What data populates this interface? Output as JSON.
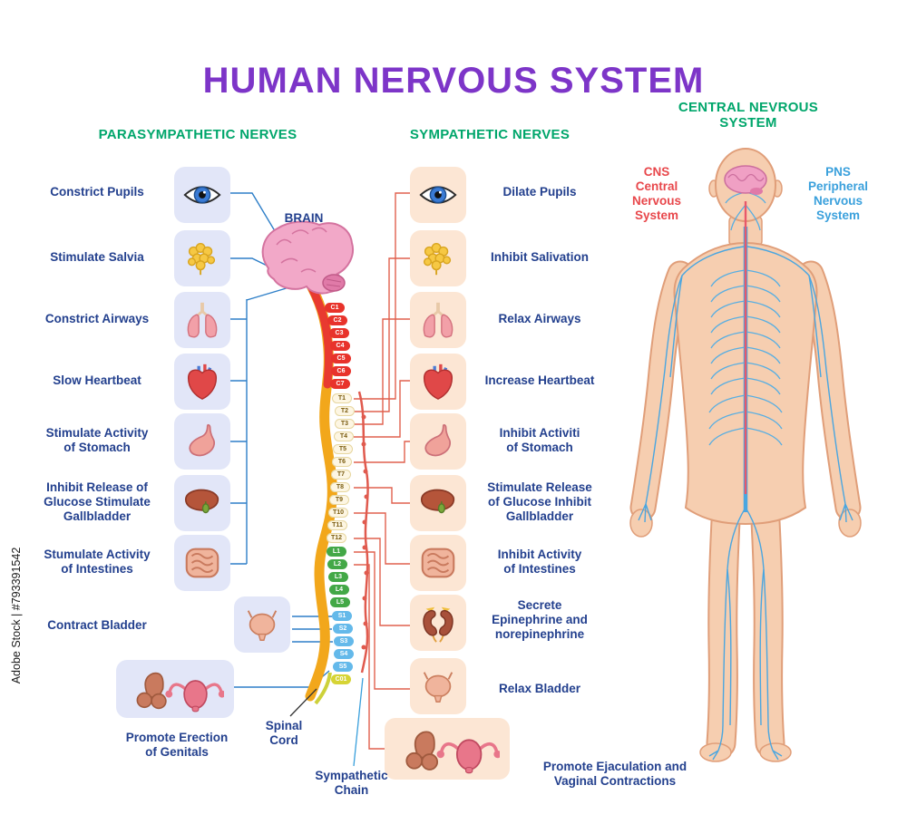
{
  "watermark": "Adobe Stock | #793391542",
  "title": "HUMAN NERVOUS SYSTEM",
  "parasympathetic": {
    "header": "PARASYMPATHETIC NERVES",
    "items": [
      {
        "label": "Constrict Pupils",
        "icon": "eye"
      },
      {
        "label": "Stimulate Salvia",
        "icon": "salivary-glands"
      },
      {
        "label": "Constrict Airways",
        "icon": "lungs"
      },
      {
        "label": "Slow Heartbeat",
        "icon": "heart"
      },
      {
        "label": "Stimulate Activity\nof Stomach",
        "icon": "stomach"
      },
      {
        "label": "Inhibit Release of\nGlucose Stimulate\nGallbladder",
        "icon": "liver"
      },
      {
        "label": "Stumulate Activity\nof Intestines",
        "icon": "intestines"
      },
      {
        "label": "Contract Bladder",
        "icon": "bladder"
      },
      {
        "label": "Promote Erection\nof Genitals",
        "icon": "genitals"
      }
    ]
  },
  "sympathetic": {
    "header": "SYMPATHETIC NERVES",
    "items": [
      {
        "label": "Dilate Pupils",
        "icon": "eye"
      },
      {
        "label": "Inhibit Salivation",
        "icon": "salivary-glands"
      },
      {
        "label": "Relax Airways",
        "icon": "lungs"
      },
      {
        "label": "Increase Heartbeat",
        "icon": "heart"
      },
      {
        "label": "Inhibit Activiti\nof Stomach",
        "icon": "stomach"
      },
      {
        "label": "Stimulate Release\nof Glucose Inhibit\nGallbladder",
        "icon": "liver"
      },
      {
        "label": "Inhibit Activity\nof Intestines",
        "icon": "intestines"
      },
      {
        "label": "Secrete\nEpinephrine and\nnorepinephrine",
        "icon": "kidneys"
      },
      {
        "label": "Relax Bladder",
        "icon": "bladder"
      },
      {
        "label": "Promote Ejaculation and\nVaginal Contractions",
        "icon": "genitals"
      }
    ]
  },
  "center": {
    "brain_label": "BRAIN",
    "spinal_cord_label": "Spinal\nCord",
    "sympathetic_chain_label": "Sympathetic\nChain"
  },
  "spine": {
    "cervical": [
      "C1",
      "C2",
      "C3",
      "C4",
      "C5",
      "C6",
      "C7"
    ],
    "thoracic": [
      "T1",
      "T2",
      "T3",
      "T4",
      "T5",
      "T6",
      "T7",
      "T8",
      "T9",
      "T10",
      "T11",
      "T12"
    ],
    "lumbar": [
      "L1",
      "L2",
      "L3",
      "L4",
      "L5"
    ],
    "sacral": [
      "S1",
      "S2",
      "S3",
      "S4",
      "S5"
    ],
    "coccygeal": [
      "C01"
    ]
  },
  "cns_figure": {
    "header": "CENTRAL NEVROUS\nSYSTEM",
    "cns": "CNS\nCentral\nNervous\nSystem",
    "pns": "PNS\nPeripheral\nNervous\nSystem"
  },
  "colors": {
    "title": "#7d35c8",
    "section_header": "#00a66b",
    "label": "#23408e",
    "cns": "#e8474b",
    "pns": "#3aa0dc",
    "spinal_cord": "#f2a71b",
    "cervical": "#e8332b",
    "thoracic": "#fdf6e3",
    "lumbar": "#43a847",
    "sacral": "#64b9ea",
    "coccygeal": "#d6d435",
    "parasympathetic_line": "#2e7fc8",
    "sympathetic_line": "#e0604e",
    "skin": "#f6ceb0"
  }
}
